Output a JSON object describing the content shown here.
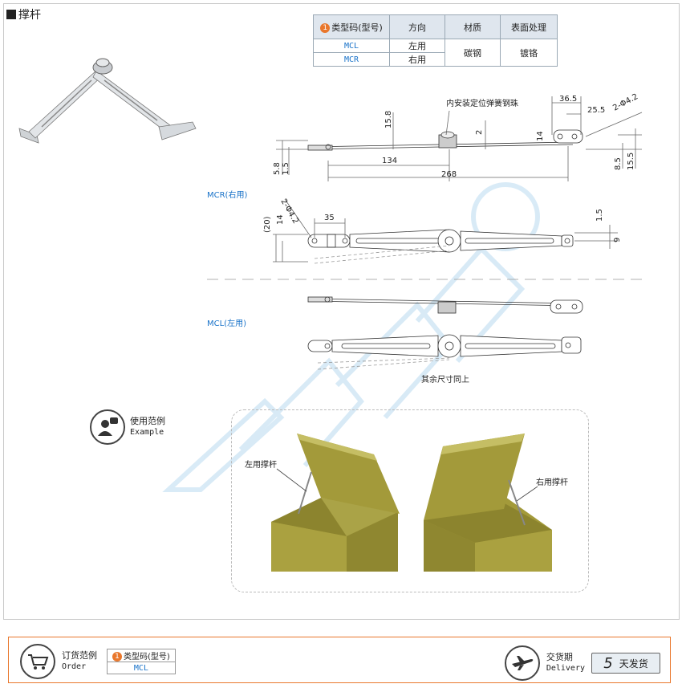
{
  "title": "撑杆",
  "spec_table": {
    "badge": "1",
    "headers": [
      "类型码(型号)",
      "方向",
      "材质",
      "表面处理"
    ],
    "rows": [
      {
        "model": "MCL",
        "direction": "左用"
      },
      {
        "model": "MCR",
        "direction": "右用"
      }
    ],
    "material": "碳钢",
    "finish": "镀铬"
  },
  "drawing": {
    "note_ball": "内安装定位弹簧钢珠",
    "dims_top": [
      "36.5",
      "25.5",
      "2-Φ4.2",
      "15.8",
      "2",
      "14",
      "134",
      "268",
      "5.8",
      "1.5",
      "8.5",
      "15.5"
    ],
    "mcr_label": "MCR(右用)",
    "mcl_label": "MCL(左用)",
    "dims_mcr": [
      "2-Φ4.2",
      "(20)",
      "14",
      "35",
      "1.5",
      "9"
    ],
    "rest_note": "其余尺寸同上"
  },
  "example": {
    "cn": "使用范例",
    "en": "Example",
    "left_label": "左用撑杆",
    "right_label": "右用撑杆"
  },
  "footer": {
    "order_cn": "订货范例",
    "order_en": "Order",
    "order_header": "类型码(型号)",
    "order_badge": "1",
    "order_value": "MCL",
    "delivery_cn": "交货期",
    "delivery_en": "Delivery",
    "delivery_days": "5",
    "delivery_unit": "天发货"
  },
  "colors": {
    "accent": "#e9772c",
    "link_blue": "#1a73c9",
    "box_olive": "#a39a3a"
  }
}
